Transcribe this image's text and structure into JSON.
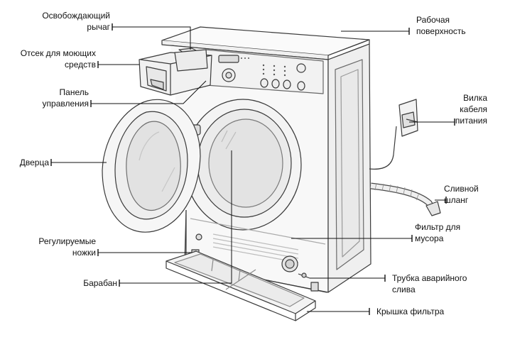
{
  "labels": {
    "release_lever": [
      "Освобождающий",
      "рычаг"
    ],
    "detergent_drawer": [
      "Отсек для моющих",
      "средств"
    ],
    "control_panel": [
      "Панель",
      "управления"
    ],
    "door": [
      "Дверца"
    ],
    "adjustable_feet": [
      "Регулируемые",
      "ножки"
    ],
    "drum": [
      "Барабан"
    ],
    "top_surface": [
      "Рабочая",
      "поверхность"
    ],
    "power_plug": [
      "Вилка",
      "кабеля",
      "питания"
    ],
    "drain_hose": [
      "Сливной",
      "шланг"
    ],
    "debris_filter": [
      "Фильтр для",
      "мусора"
    ],
    "emergency_drain_tube": [
      "Трубка аварийного",
      "слива"
    ],
    "filter_cover": [
      "Крышка фильтра"
    ]
  },
  "colors": {
    "line": "#3a3a3a",
    "leader": "#111111",
    "machine_fill": "#f7f7f7",
    "shade": "#e4e4e4"
  }
}
